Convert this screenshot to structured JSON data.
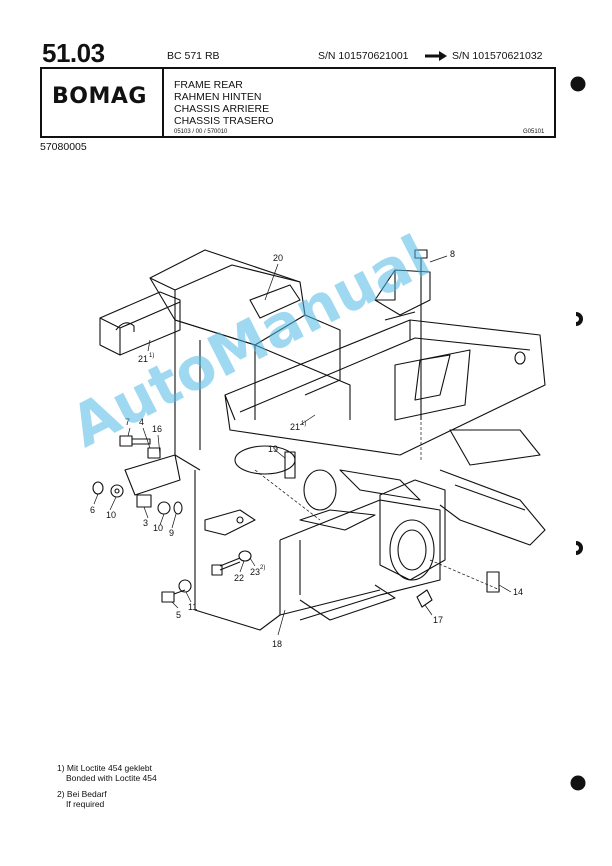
{
  "header": {
    "section_number": "51.03",
    "model": "BC 571 RB",
    "sn_start": "S/N 101570621001",
    "sn_end": "S/N 101570621032"
  },
  "title_block": {
    "brand": "BOMAG",
    "titles": [
      "FRAME REAR",
      "RAHMEN HINTEN",
      "CHASSIS ARRIERE",
      "CHASSIS TRASERO"
    ],
    "doc_code": "05103 / 00 / 570010",
    "doc_ref": "G05101"
  },
  "part_number": "57080005",
  "callouts": [
    "20",
    "8",
    "21",
    "1)",
    "21",
    "1)",
    "7",
    "4",
    "16",
    "19",
    "6",
    "10",
    "3",
    "10",
    "9",
    "22",
    "23",
    "2)",
    "11",
    "5",
    "18",
    "17",
    "14"
  ],
  "watermark": "AutoManual",
  "footnotes": {
    "f1_de": "1) Mit Loctite 454 geklebt",
    "f1_en": "Bonded with Loctite 454",
    "f2_de": "2) Bei Bedarf",
    "f2_en": "If required"
  }
}
